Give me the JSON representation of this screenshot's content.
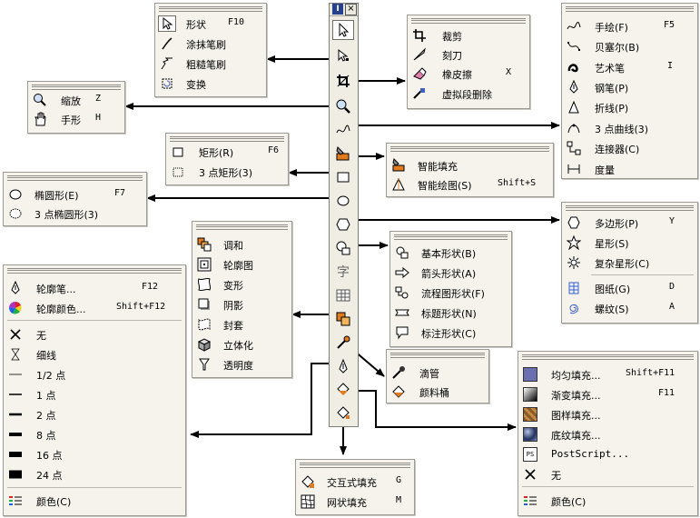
{
  "toolbar": {
    "title_icon": "I",
    "close_icon": "×",
    "tools": [
      {
        "name": "pick-tool-icon"
      },
      {
        "name": "shape-tool-icon"
      },
      {
        "name": "crop-tool-icon"
      },
      {
        "name": "zoom-tool-icon"
      },
      {
        "name": "freehand-tool-icon"
      },
      {
        "name": "smart-fill-tool-icon"
      },
      {
        "name": "rectangle-tool-icon"
      },
      {
        "name": "ellipse-tool-icon"
      },
      {
        "name": "polygon-tool-icon"
      },
      {
        "name": "basic-shapes-tool-icon"
      },
      {
        "name": "text-tool-icon",
        "glyph": "字"
      },
      {
        "name": "table-tool-icon"
      },
      {
        "name": "interactive-effects-tool-icon"
      },
      {
        "name": "eyedropper-tool-icon"
      },
      {
        "name": "outline-tool-icon"
      },
      {
        "name": "fill-tool-icon"
      },
      {
        "name": "interactive-fill-tool-icon"
      }
    ]
  },
  "shape_menu": {
    "items": [
      {
        "label": "形状",
        "shortcut": "F10"
      },
      {
        "label": "涂抹笔刷",
        "shortcut": ""
      },
      {
        "label": "粗糙笔刷",
        "shortcut": ""
      },
      {
        "label": "变换",
        "shortcut": ""
      }
    ]
  },
  "zoom_menu": {
    "items": [
      {
        "label": "缩放",
        "shortcut": "Z"
      },
      {
        "label": "手形",
        "shortcut": "H"
      }
    ]
  },
  "crop_menu": {
    "items": [
      {
        "label": "裁剪",
        "shortcut": ""
      },
      {
        "label": "刻刀",
        "shortcut": ""
      },
      {
        "label": "橡皮擦",
        "shortcut": "X"
      },
      {
        "label": "虚拟段删除",
        "shortcut": ""
      }
    ]
  },
  "curve_menu": {
    "items": [
      {
        "label": "手绘(F)",
        "shortcut": "F5"
      },
      {
        "label": "贝塞尔(B)",
        "shortcut": ""
      },
      {
        "label": "艺术笔",
        "shortcut": "I"
      },
      {
        "label": "钢笔(P)",
        "shortcut": ""
      },
      {
        "label": "折线(P)",
        "shortcut": ""
      },
      {
        "label": "3 点曲线(3)",
        "shortcut": ""
      },
      {
        "label": "连接器(C)",
        "shortcut": ""
      },
      {
        "label": "度量",
        "shortcut": ""
      }
    ]
  },
  "rect_menu": {
    "items": [
      {
        "label": "矩形(R)",
        "shortcut": "F6"
      },
      {
        "label": "3 点矩形(3)",
        "shortcut": ""
      }
    ]
  },
  "smart_menu": {
    "items": [
      {
        "label": "智能填充",
        "shortcut": ""
      },
      {
        "label": "智能绘图(S)",
        "shortcut": "Shift+S"
      }
    ]
  },
  "ellipse_menu": {
    "items": [
      {
        "label": "椭圆形(E)",
        "shortcut": "F7"
      },
      {
        "label": "3 点椭圆形(3)",
        "shortcut": ""
      }
    ]
  },
  "polygon_menu": {
    "items": [
      {
        "label": "多边形(P)",
        "shortcut": "Y"
      },
      {
        "label": "星形(S)",
        "shortcut": ""
      },
      {
        "label": "复杂星形(C)",
        "shortcut": ""
      },
      {
        "label": "图纸(G)",
        "shortcut": "D"
      },
      {
        "label": "螺纹(S)",
        "shortcut": "A"
      }
    ]
  },
  "basic_shapes_menu": {
    "items": [
      {
        "label": "基本形状(B)",
        "shortcut": ""
      },
      {
        "label": "箭头形状(A)",
        "shortcut": ""
      },
      {
        "label": "流程图形状(F)",
        "shortcut": ""
      },
      {
        "label": "标题形状(N)",
        "shortcut": ""
      },
      {
        "label": "标注形状(C)",
        "shortcut": ""
      }
    ]
  },
  "effects_menu": {
    "items": [
      {
        "label": "调和",
        "shortcut": ""
      },
      {
        "label": "轮廓图",
        "shortcut": ""
      },
      {
        "label": "变形",
        "shortcut": ""
      },
      {
        "label": "阴影",
        "shortcut": ""
      },
      {
        "label": "封套",
        "shortcut": ""
      },
      {
        "label": "立体化",
        "shortcut": ""
      },
      {
        "label": "透明度",
        "shortcut": ""
      }
    ]
  },
  "outline_menu": {
    "items": [
      {
        "label": "轮廓笔...",
        "shortcut": "F12"
      },
      {
        "label": "轮廓颜色...",
        "shortcut": "Shift+F12"
      },
      {
        "label": "无",
        "shortcut": ""
      },
      {
        "label": "细线",
        "shortcut": ""
      },
      {
        "label": "1/2 点",
        "shortcut": ""
      },
      {
        "label": "1 点",
        "shortcut": ""
      },
      {
        "label": "2 点",
        "shortcut": ""
      },
      {
        "label": "8 点",
        "shortcut": ""
      },
      {
        "label": "16 点",
        "shortcut": ""
      },
      {
        "label": "24 点",
        "shortcut": ""
      },
      {
        "label": "颜色(C)",
        "shortcut": ""
      }
    ]
  },
  "eyedropper_menu": {
    "items": [
      {
        "label": "滴管",
        "shortcut": ""
      },
      {
        "label": "颜料桶",
        "shortcut": ""
      }
    ]
  },
  "fill_menu": {
    "items": [
      {
        "label": "均匀填充...",
        "shortcut": "Shift+F11"
      },
      {
        "label": "渐变填充...",
        "shortcut": "F11"
      },
      {
        "label": "图样填充...",
        "shortcut": ""
      },
      {
        "label": "底纹填充...",
        "shortcut": ""
      },
      {
        "label": "PostScript...",
        "shortcut": ""
      },
      {
        "label": "无",
        "shortcut": ""
      },
      {
        "label": "颜色(C)",
        "shortcut": ""
      }
    ]
  },
  "interactive_fill_menu": {
    "items": [
      {
        "label": "交互式填充",
        "shortcut": "G"
      },
      {
        "label": "网状填充",
        "shortcut": "M"
      }
    ]
  },
  "colors": {
    "uniform_fill": "#6b6fb0",
    "panel_bg": "#f5f3ec",
    "toolbar_bg": "#efede4",
    "accent_orange": "#e07b20",
    "accent_blue": "#4060c0"
  }
}
